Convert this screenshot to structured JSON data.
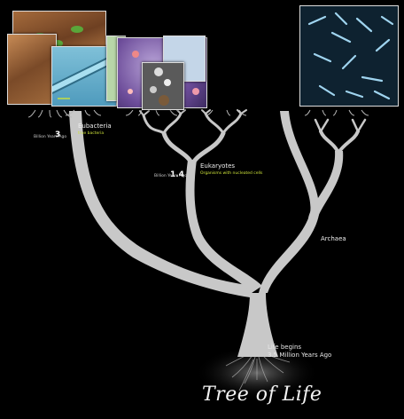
{
  "title": "Tree of Life",
  "origin": {
    "line1": "Life begins",
    "line2": "3.5 Million Years Ago"
  },
  "branches": {
    "eubacteria": {
      "age_value": "3",
      "age_unit": "Billion Years Ago",
      "name": "Eubacteria",
      "subtitle": "true bacteria"
    },
    "eukaryotes": {
      "age_value": "1.4",
      "age_unit": "Billion Years Ago",
      "name": "Eukaryotes",
      "subtitle": "Organisms with nucleated cells"
    },
    "archaea": {
      "name": "Archaea"
    }
  },
  "colors": {
    "trunk": "#c8c8c8",
    "background": "#000000",
    "subtitle": "#cde23a"
  }
}
